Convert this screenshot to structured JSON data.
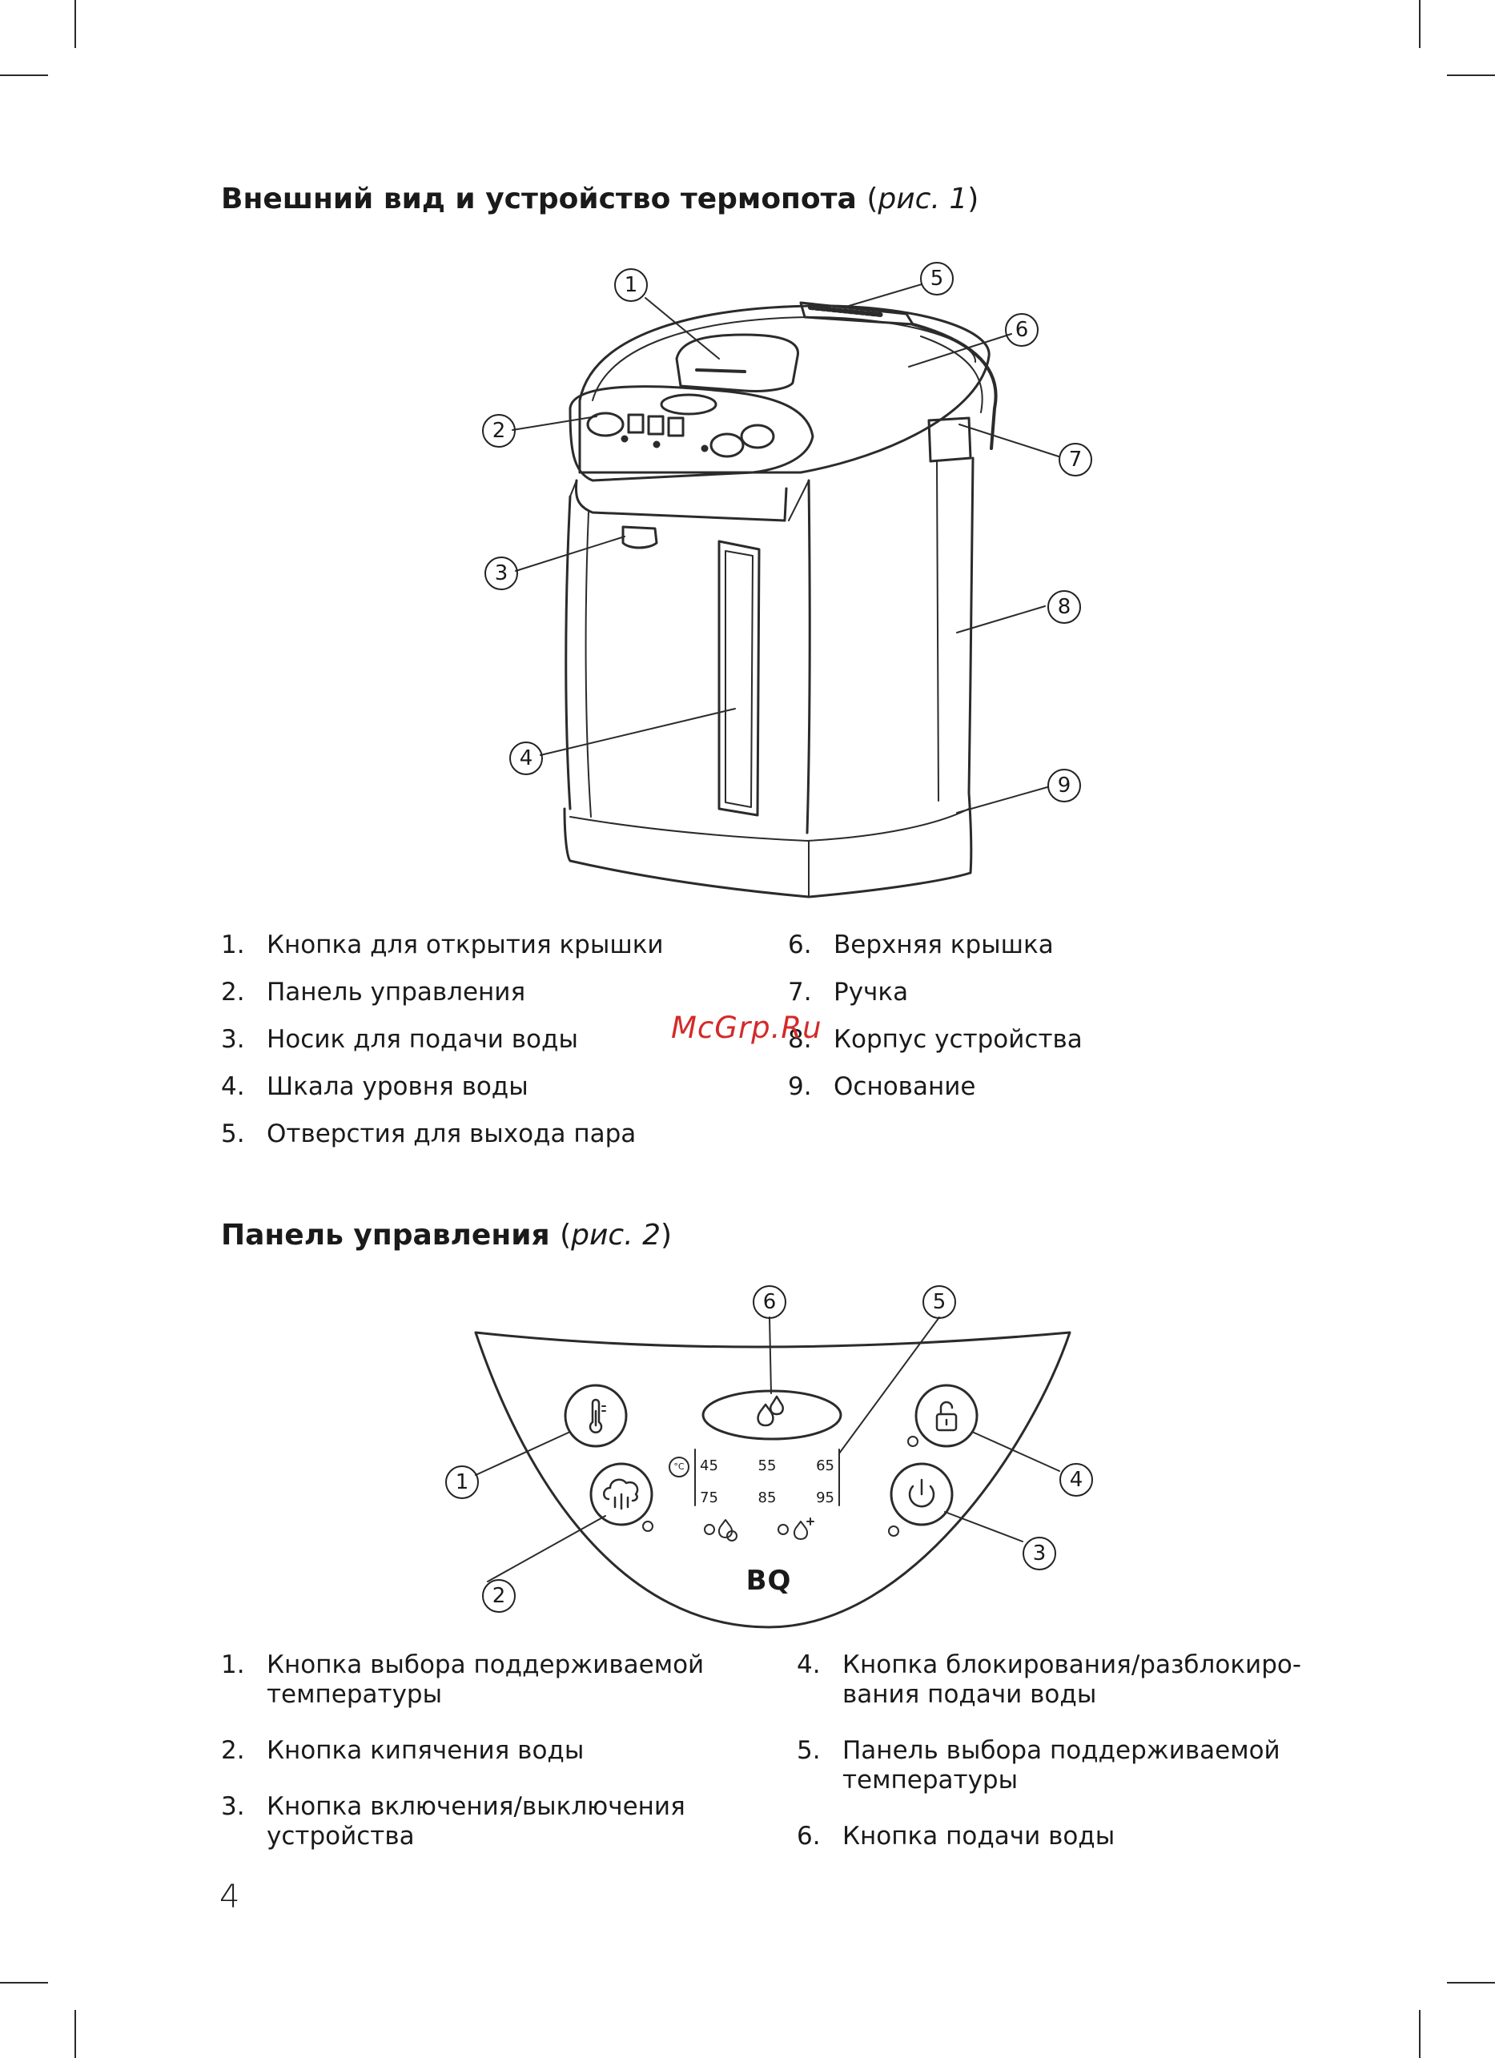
{
  "section1": {
    "title": "Внешний вид и устройство термопота",
    "fig_open": "(",
    "fig_ref": "рис. 1",
    "fig_close": ")",
    "callouts": [
      "1",
      "2",
      "3",
      "4",
      "5",
      "6",
      "7",
      "8",
      "9"
    ],
    "items_left": [
      {
        "num": "1.",
        "text": "Кнопка для открытия крышки"
      },
      {
        "num": "2.",
        "text": "Панель управления"
      },
      {
        "num": "3.",
        "text": "Носик для подачи воды"
      },
      {
        "num": "4.",
        "text": "Шкала уровня воды"
      },
      {
        "num": "5.",
        "text": "Отверстия для выхода пара"
      }
    ],
    "items_right": [
      {
        "num": "6.",
        "text": "Верхняя крышка"
      },
      {
        "num": "7.",
        "text": "Ручка"
      },
      {
        "num": "8.",
        "text": "Корпус устройства"
      },
      {
        "num": "9.",
        "text": "Основание"
      }
    ]
  },
  "section2": {
    "title": "Панель управления",
    "fig_open": "(",
    "fig_ref": "рис. 2",
    "fig_close": ")",
    "callouts": [
      "1",
      "2",
      "3",
      "4",
      "5",
      "6"
    ],
    "panel": {
      "celsius": "°C",
      "temps_row1": [
        "45",
        "55",
        "65"
      ],
      "temps_row2": [
        "75",
        "85",
        "95"
      ],
      "brand": "BQ"
    },
    "items_left": [
      {
        "num": "1.",
        "text": "Кнопка выбора поддерживаемой температуры"
      },
      {
        "num": "2.",
        "text": "Кнопка кипячения воды"
      },
      {
        "num": "3.",
        "text": "Кнопка включения/выключения устройства"
      }
    ],
    "items_right": [
      {
        "num": "4.",
        "text": "Кнопка блокирования/разблокиро-вания подачи воды"
      },
      {
        "num": "5.",
        "text": "Панель выбора поддерживаемой температуры"
      },
      {
        "num": "6.",
        "text": "Кнопка подачи воды"
      }
    ]
  },
  "watermark": "McGrp.Ru",
  "page_number": "4"
}
